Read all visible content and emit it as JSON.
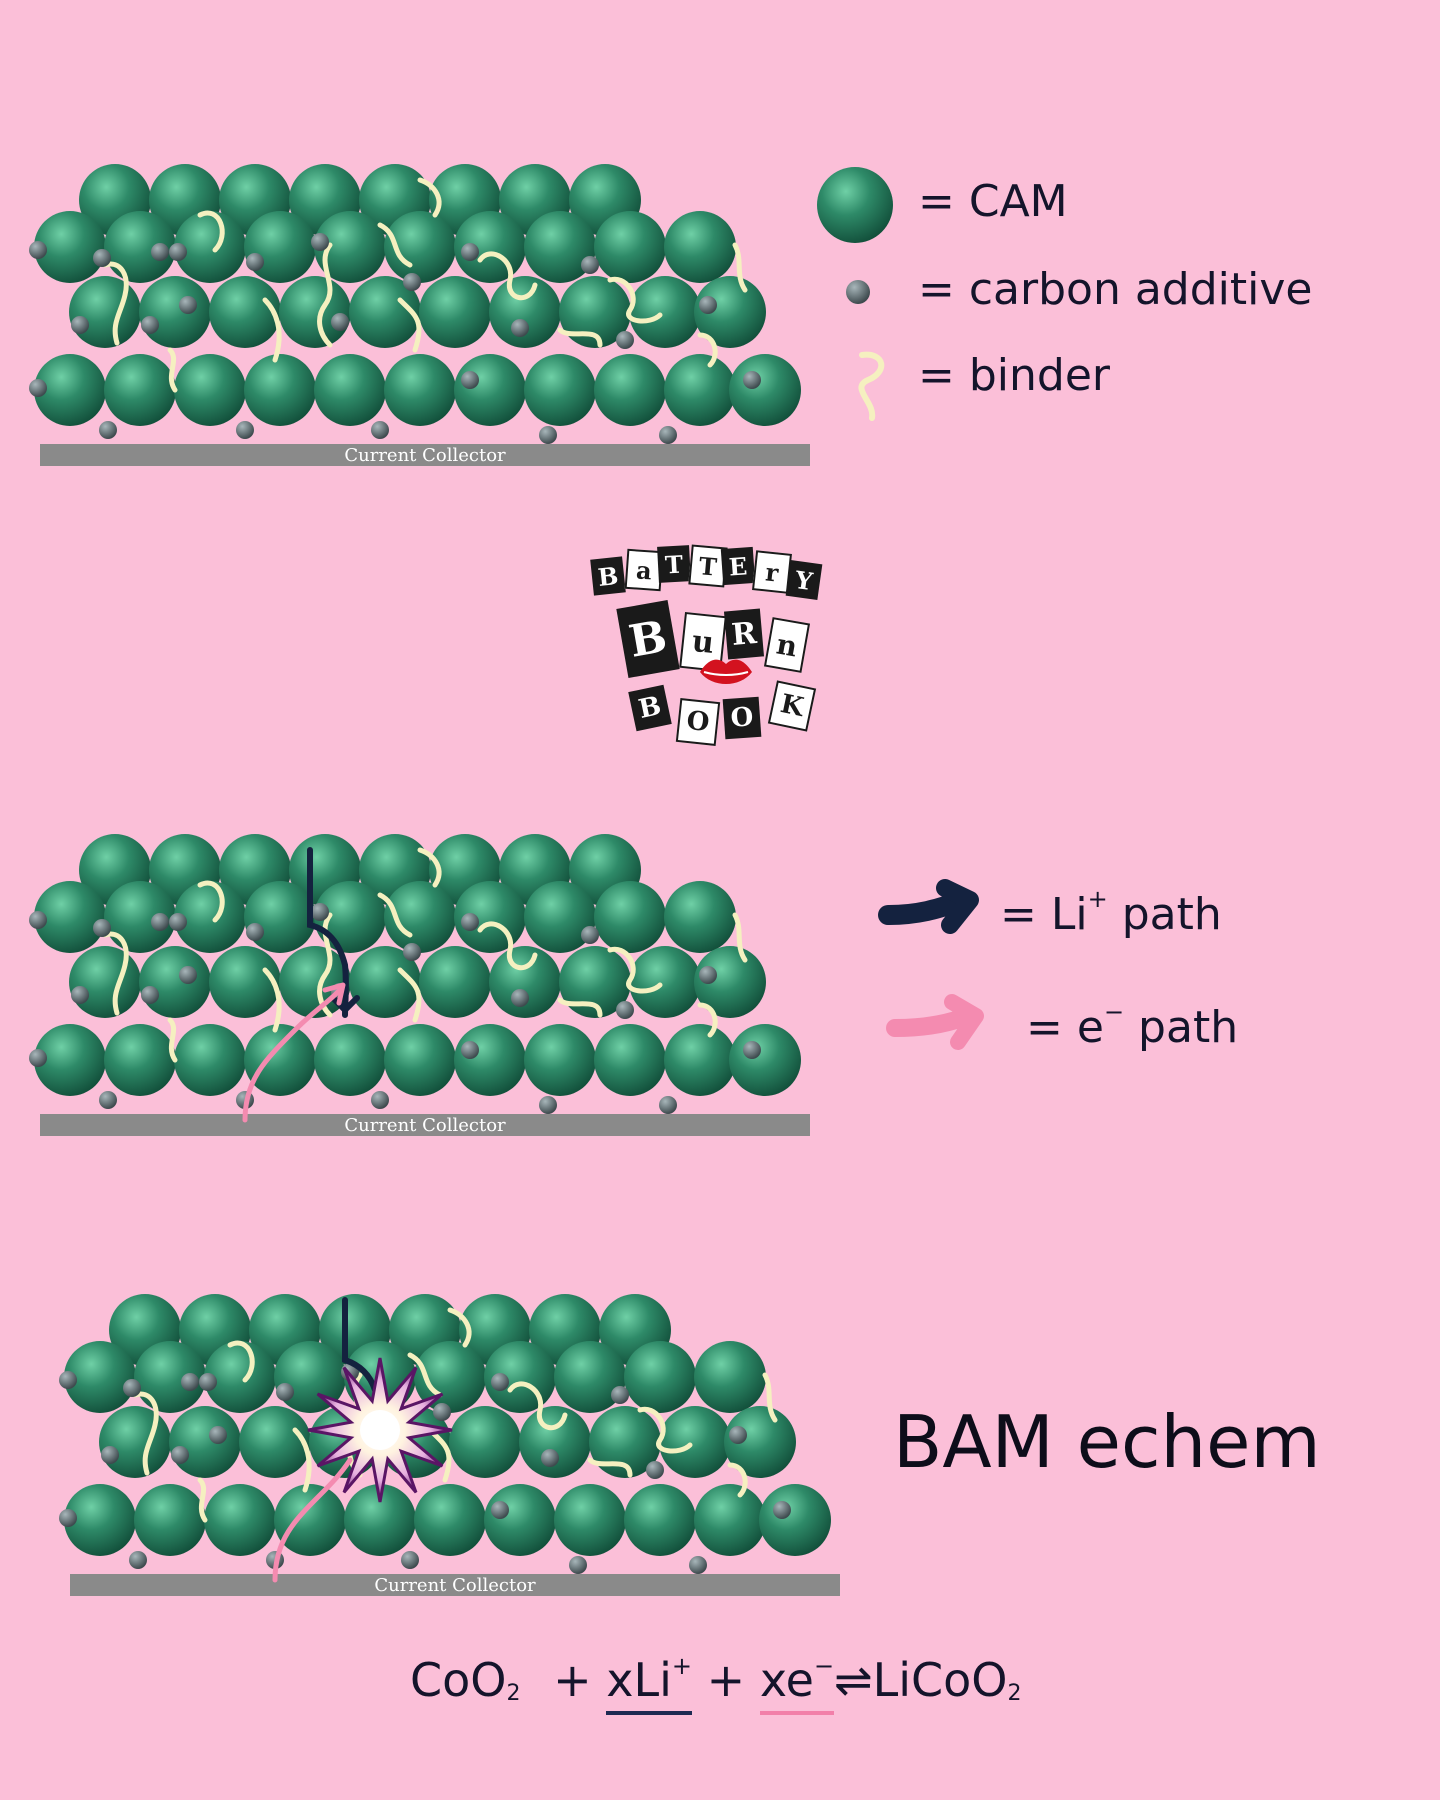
{
  "collector_label": "Current Collector",
  "legend": {
    "cam": "= CAM",
    "carbon": "= carbon additive",
    "binder": "= binder",
    "li_path": "= Li",
    "li_sup": "+",
    "li_path_suffix": "path",
    "e_path": "= e",
    "e_sup": "−",
    "e_path_suffix": "path"
  },
  "logo": {
    "letters_top": [
      "B",
      "a",
      "T",
      "T",
      "E",
      "r",
      "Y"
    ],
    "letters_mid": [
      "B",
      "u",
      "R",
      "n"
    ],
    "letters_bottom": [
      "B",
      "O",
      "O",
      "K"
    ]
  },
  "bam_text": "BAM echem",
  "equation": {
    "reactant": "CoO",
    "reactant_sub": "2",
    "plus1": "+",
    "li_term": "xLi",
    "li_sup": "+",
    "plus2": "+",
    "e_term": "xe",
    "e_sup": "−",
    "arrow": "⇌",
    "product": "LiCoO",
    "product_sub": "2"
  },
  "colors": {
    "background": "#fbbfd8",
    "cam": "#2e8a68",
    "carbon": "#5e6c70",
    "binder": "#f5f0c0",
    "collector": "#8a8a8a",
    "li_path": "#14223f",
    "e_path": "#f27fa9"
  },
  "icons": [
    "cam-sphere-icon",
    "carbon-dot-icon",
    "binder-squiggle-icon",
    "li-arrow-icon",
    "e-arrow-icon",
    "lips-icon",
    "spark-burst-icon"
  ]
}
